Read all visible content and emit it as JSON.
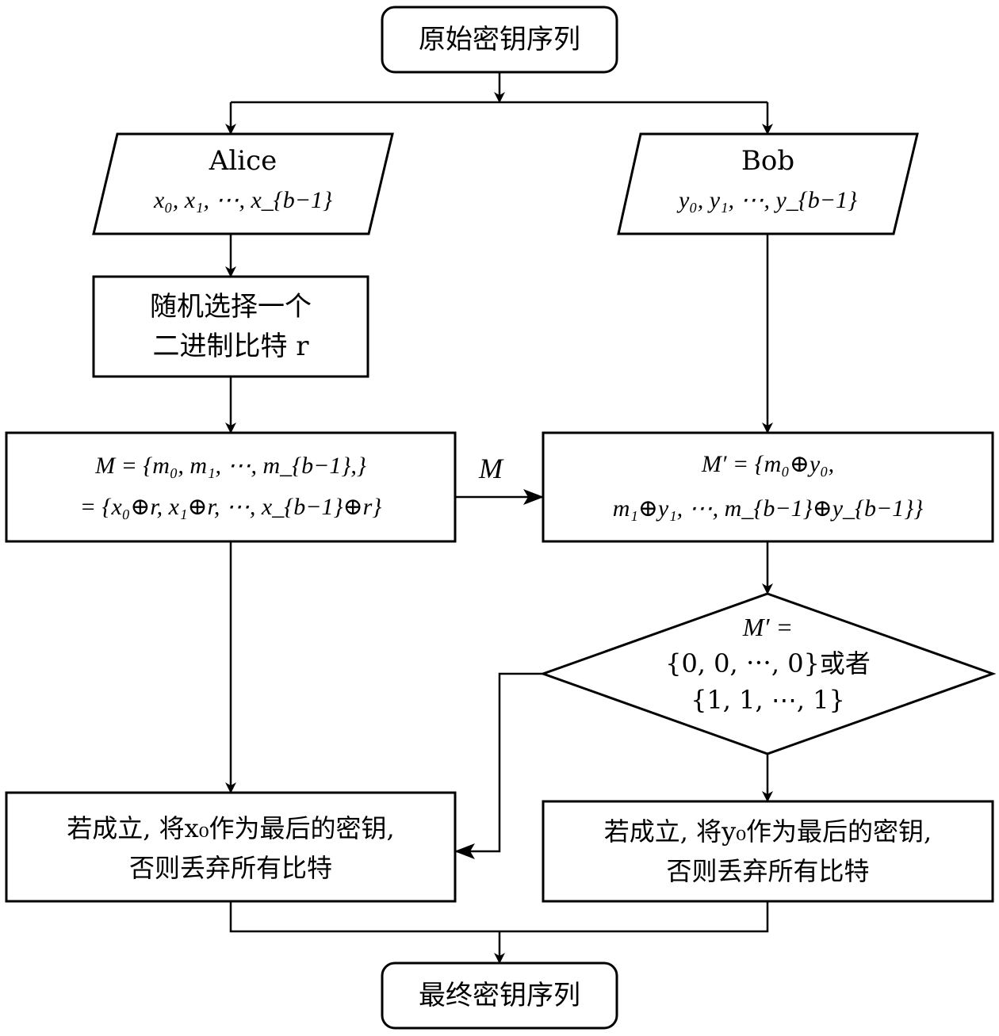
{
  "nodes": {
    "start": {
      "label": "原始密钥序列"
    },
    "alice": {
      "title": "Alice",
      "seq": "x₀, x₁, ⋯, x_{b−1}"
    },
    "bob": {
      "title": "Bob",
      "seq": "y₀, y₁, ⋯, y_{b−1}"
    },
    "random_bit": {
      "line1": "随机选择一个",
      "line2": "二进制比特 r"
    },
    "m_set": {
      "line1": "M = {m₀, m₁, ⋯, m_{b−1},}",
      "line2": "= {x₀⊕r, x₁⊕r, ⋯, x_{b−1}⊕r}"
    },
    "m_prime": {
      "line1": "M′ = {m₀⊕y₀,",
      "line2": "m₁⊕y₁, ⋯, m_{b−1}⊕y_{b−1}}"
    },
    "decision": {
      "line1": "M′ =",
      "line2": "{0, 0, ⋯, 0}或者",
      "line3": "{1, 1, ⋯, 1}"
    },
    "alice_result": {
      "line1": "若成立, 将x₀作为最后的密钥,",
      "line2": "否则丢弃所有比特"
    },
    "bob_result": {
      "line1": "若成立, 将y₀作为最后的密钥,",
      "line2": "否则丢弃所有比特"
    },
    "end": {
      "label": "最终密钥序列"
    }
  },
  "edges": {
    "m_transfer_label": "M"
  }
}
